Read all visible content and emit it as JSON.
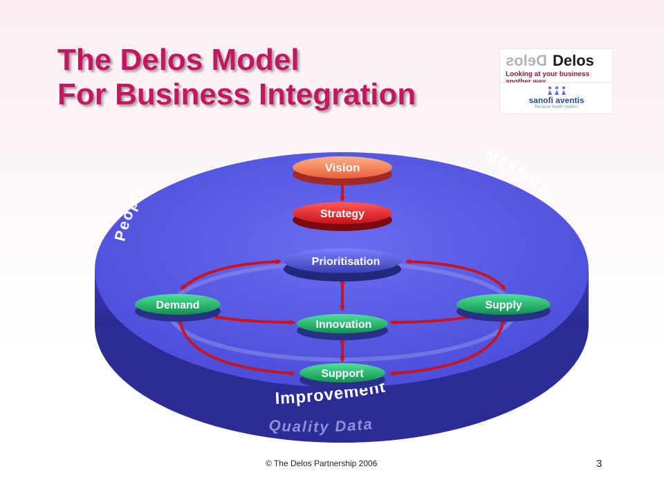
{
  "title": {
    "line1": "The Delos Model",
    "line2": "For Business Integration"
  },
  "logos": {
    "delos_mirror": "Delos",
    "delos_name": "Delos",
    "delos_tagline": "Looking at your business another way",
    "partner_name": "sanofi aventis",
    "partner_tagline": "Because health matters"
  },
  "diagram": {
    "ring_labels": {
      "people": "People",
      "measures": "Measures",
      "improvement": "Improvement",
      "quality_data": "Quality Data"
    },
    "nodes": {
      "vision": "Vision",
      "strategy": "Strategy",
      "prioritisation": "Prioritisation",
      "demand": "Demand",
      "supply": "Supply",
      "innovation": "Innovation",
      "support": "Support"
    }
  },
  "footer": {
    "copyright": "© The  Delos Partnership 2006",
    "page_number": "3"
  },
  "colors": {
    "title": "#c1185f",
    "disc_top": "#5a5be6",
    "disc_side": "#3a3ab8",
    "arrow": "#c8141e",
    "vision": "#f07850",
    "strategy": "#d0141c",
    "prioritisation": "#4a4fc8",
    "green_node": "#1aa860"
  }
}
